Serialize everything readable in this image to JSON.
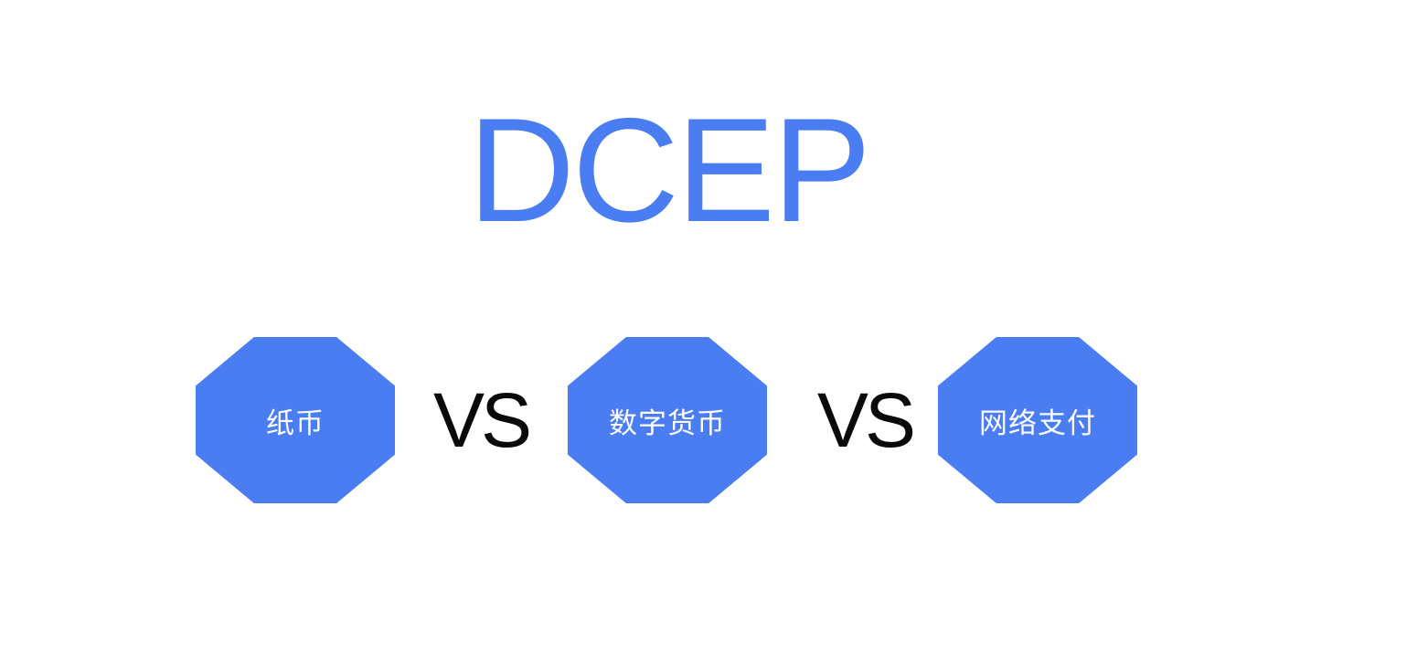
{
  "slide": {
    "title": "DCEP",
    "comparison": {
      "separator": "VS",
      "items": [
        {
          "label": "纸币"
        },
        {
          "label": "数字货币"
        },
        {
          "label": "网络支付"
        }
      ]
    }
  },
  "colors": {
    "accent_blue": "#4a7cf2",
    "octagon_fill": "#4a7cf2",
    "octagon_text": "#ffffff",
    "vs_text": "#0a0a0a",
    "background": "#ffffff"
  }
}
